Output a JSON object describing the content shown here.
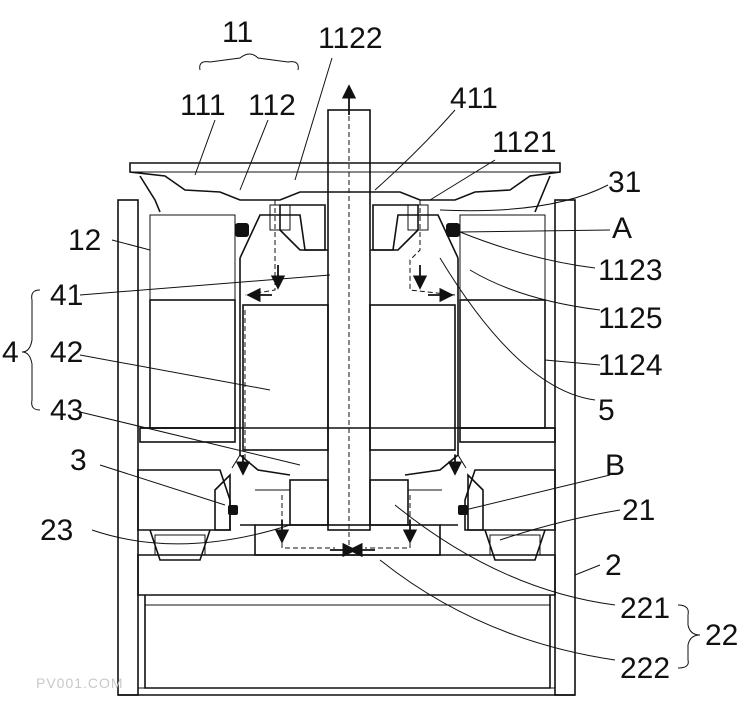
{
  "labels": {
    "l11": "11",
    "l111": "111",
    "l112": "112",
    "l1122": "1122",
    "l411": "411",
    "l1121": "1121",
    "l31": "31",
    "lA": "A",
    "l12": "12",
    "l1123": "1123",
    "l41": "41",
    "l4": "4",
    "l1125": "1125",
    "l42": "42",
    "l1124": "1124",
    "l43": "43",
    "l5": "5",
    "l3": "3",
    "lB": "B",
    "l21": "21",
    "l23": "23",
    "l2": "2",
    "l221": "221",
    "l22": "22",
    "l222": "222"
  },
  "watermark": "PV001.COM",
  "colors": {
    "ink": "#111111",
    "paper": "#ffffff"
  }
}
